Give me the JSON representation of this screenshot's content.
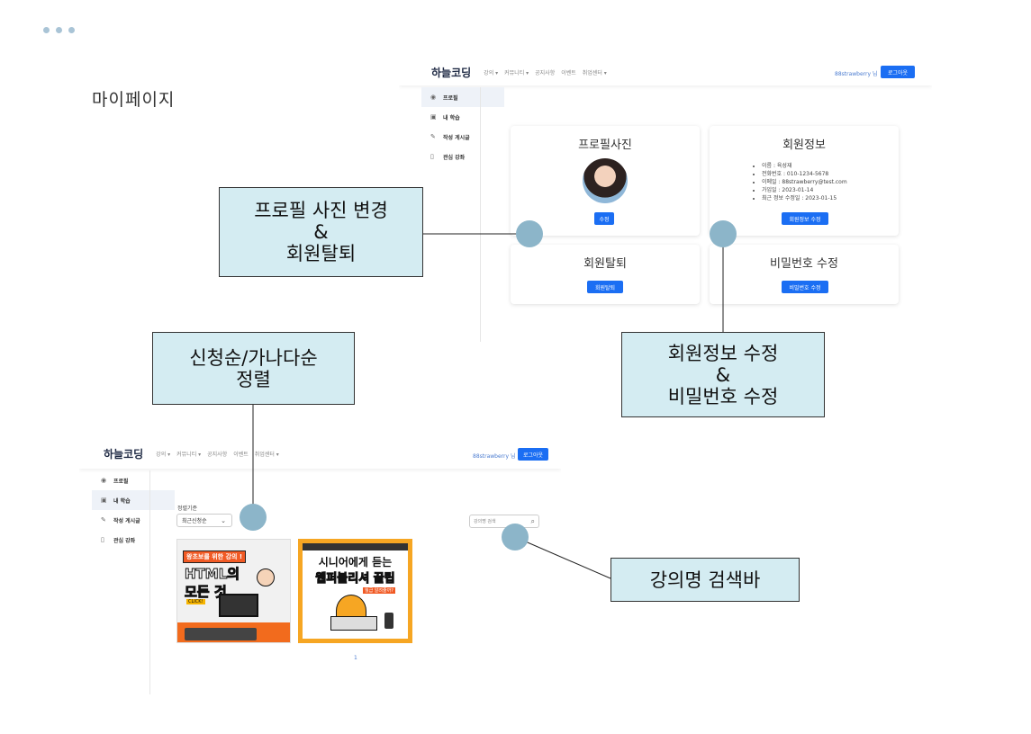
{
  "page": {
    "title": "마이페이지"
  },
  "top_shot": {
    "brand": "하늘코딩",
    "menu": [
      "강의 ▾",
      "커뮤니티 ▾",
      "공지사항",
      "이벤트",
      "취업센터 ▾"
    ],
    "user": "88strawberry 님",
    "logout": "로그아웃",
    "sidebar": [
      "프로필",
      "내 학습",
      "작성 게시글",
      "관심 강좌"
    ],
    "sidebar_icons": [
      "user-icon",
      "book-icon",
      "edit-icon",
      "bookmark-icon"
    ],
    "profile_card": {
      "title": "프로필사진",
      "button": "수정"
    },
    "info_card": {
      "title": "회원정보",
      "items": [
        "이름 : 육성재",
        "전화번호 : 010-1234-5678",
        "이메일 : 88strawberry@test.com",
        "가입일 : 2023-01-14",
        "최근 정보 수정일 : 2023-01-15"
      ],
      "button": "회원정보 수정"
    },
    "withdraw_card": {
      "title": "회원탈퇴",
      "button": "회원탈퇴"
    },
    "password_card": {
      "title": "비밀번호 수정",
      "button": "비밀번호 수정"
    }
  },
  "bottom_shot": {
    "brand": "하늘코딩",
    "menu": [
      "강의 ▾",
      "커뮤니티 ▾",
      "공지사항",
      "이벤트",
      "취업센터 ▾"
    ],
    "user": "88strawberry 님",
    "logout": "로그아웃",
    "sidebar": [
      "프로필",
      "내 학습",
      "작성 게시글",
      "관심 강좌"
    ],
    "sort_label": "정렬기준",
    "sort_value": "최근신청순",
    "search_placeholder": "강의명 검색",
    "courses": [
      {
        "line1": "왕초보를 위한 강의 !",
        "line2": "HTML의",
        "line3": "모든 것",
        "badge": "CLICK!"
      },
      {
        "line1": "시니어에게 듣는",
        "line2": "웹퍼블리셔 꿀팁",
        "badge": "월급 알려줄까?"
      }
    ],
    "page_number": "1"
  },
  "callouts": {
    "profile": [
      "프로필 사진 변경",
      "&",
      "회원탈퇴"
    ],
    "info": [
      "회원정보 수정",
      "&",
      "비밀번호 수정"
    ],
    "sort": [
      "신청순/가나다순",
      "정렬"
    ],
    "search": [
      "강의명 검색바"
    ]
  },
  "colors": {
    "callout_bg": "#d4ecf2",
    "dot": "#8cb5c9",
    "primary": "#1b6ef3"
  }
}
